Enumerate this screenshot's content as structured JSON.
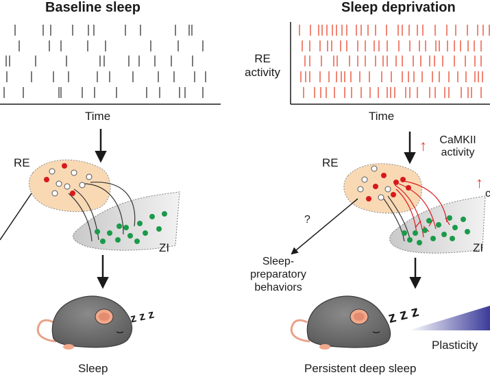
{
  "left_panel": {
    "title": "Baseline sleep",
    "axis_label": "Time",
    "nucleus_label": "RE",
    "target_label": "ZI",
    "outcome_label": "Sleep"
  },
  "right_panel": {
    "title": "Sleep deprivation",
    "y_label_line1": "RE",
    "y_label_line2": "activity",
    "axis_label": "Time",
    "camkii_line1": "CaMKII",
    "camkii_line2": "activity",
    "nucleus_label": "RE",
    "target_label": "ZI",
    "unknown_mark": "?",
    "behavior_line1": "Sleep-",
    "behavior_line2": "preparatory",
    "behavior_line3": "behaviors",
    "outcome_label": "Persistent deep sleep",
    "plasticity_label": "Plasticity",
    "partial_label": "c",
    "snore_text": "z z z"
  },
  "left_snore_text": "z z z",
  "up_arrow_glyph": "↑",
  "colors": {
    "spike_baseline": "#333333",
    "spike_deprived": "#e8432a",
    "re_fill": "#f8d9b4",
    "neuron_red": "#d7191c",
    "neuron_green": "#1a9a4a",
    "projection_red": "#d7191c",
    "mouse_body": "#6b6b6b",
    "mouse_ear_inner": "#f2a98c",
    "plasticity_dark": "#3b3b9a"
  }
}
